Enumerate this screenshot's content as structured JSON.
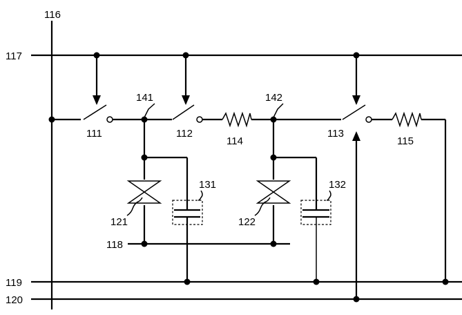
{
  "labels": {
    "line_116": "116",
    "line_117": "117",
    "line_118": "118",
    "line_119": "119",
    "line_120": "120",
    "switch_111": "111",
    "switch_112": "112",
    "switch_113": "113",
    "resistor_114": "114",
    "resistor_115": "115",
    "node_141": "141",
    "node_142": "142",
    "element_121": "121",
    "element_122": "122",
    "capacitor_131": "131",
    "capacitor_132": "132"
  }
}
